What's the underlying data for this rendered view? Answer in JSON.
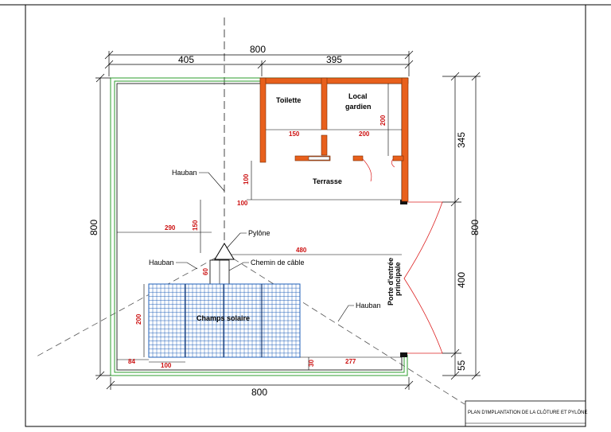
{
  "plan": {
    "title_block": "PLAN D'IMPLANTATION DE LA CLÔTURE ET PYLÔNE",
    "overall_dims": {
      "top_total": "800",
      "top_left": "405",
      "top_right": "395",
      "left_total": "800",
      "bottom_total": "800",
      "right_total": "800",
      "right_top": "345",
      "right_mid": "400",
      "right_bottom": "55"
    },
    "rooms": {
      "toilette": "Toilette",
      "local": "Local",
      "gardien": "gardien",
      "terrasse": "Terrasse"
    },
    "labels": {
      "hauban_top": "Hauban",
      "hauban_left": "Hauban",
      "hauban_right": "Hauban",
      "pylone": "Pylône",
      "chemin_cable": "Chemin de câble",
      "champ_solaire": "Champs solaire",
      "porte_line1": "Porte d'entrée",
      "porte_line2": "principale"
    },
    "red_dims": {
      "toilette_width": "150",
      "local_width": "200",
      "local_depth": "200",
      "terrasse_height": "100",
      "terrasse_offset": "100",
      "pylone_x": "290",
      "pylone_y": "150",
      "cable_len": "480",
      "cable_y": "60",
      "solar_height": "200",
      "solar_left": "84",
      "solar_cell": "100",
      "solar_bottom": "30",
      "solar_right": "277"
    },
    "colors": {
      "wall": "#e8601c",
      "wall_stroke": "#7a2a00",
      "fence": "#2e9e2e",
      "solar": "#1f5fb8",
      "dim_red": "#cc1111"
    }
  }
}
